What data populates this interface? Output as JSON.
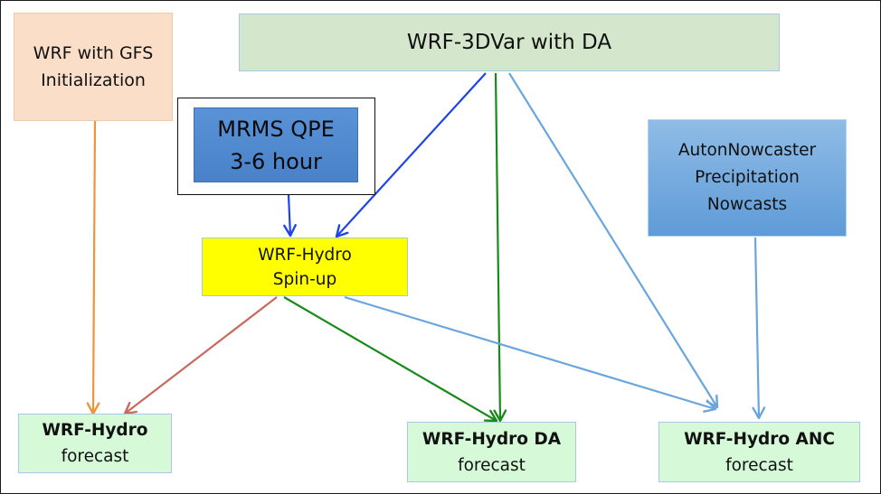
{
  "boxes": {
    "wrf_gfs": {
      "line1": "WRF with GFS",
      "line2": "Initialization"
    },
    "wrf_3dvar": {
      "label": "WRF-3DVar with DA"
    },
    "mrms": {
      "line1": "MRMS QPE",
      "line2": "3-6 hour"
    },
    "anc": {
      "line1": "AutonNowcaster",
      "line2": "Precipitation",
      "line3": "Nowcasts"
    },
    "spinup": {
      "line1": "WRF-Hydro",
      "line2": "Spin-up"
    },
    "fc_hydro": {
      "line1": "WRF-Hydro",
      "line2": "forecast"
    },
    "fc_da": {
      "line1": "WRF-Hydro DA",
      "line2": "forecast"
    },
    "fc_anc": {
      "line1": "WRF-Hydro ANC",
      "line2": "forecast"
    }
  },
  "colors": {
    "orange": "#f0943a",
    "blue": "#1f45e6",
    "green": "#1a8a1a",
    "light_blue": "#6aa6dc",
    "red": "#c8695d"
  },
  "edges": [
    {
      "from": "wrf_gfs",
      "to": "fc_hydro",
      "color": "orange"
    },
    {
      "from": "mrms",
      "to": "spinup",
      "color": "blue"
    },
    {
      "from": "wrf_3dvar",
      "to": "spinup",
      "color": "blue"
    },
    {
      "from": "wrf_3dvar",
      "to": "fc_da",
      "color": "green"
    },
    {
      "from": "wrf_3dvar",
      "to": "fc_anc",
      "color": "light_blue"
    },
    {
      "from": "anc",
      "to": "fc_anc",
      "color": "light_blue"
    },
    {
      "from": "spinup",
      "to": "fc_hydro",
      "color": "red"
    },
    {
      "from": "spinup",
      "to": "fc_da",
      "color": "green"
    },
    {
      "from": "spinup",
      "to": "fc_anc",
      "color": "light_blue"
    }
  ]
}
